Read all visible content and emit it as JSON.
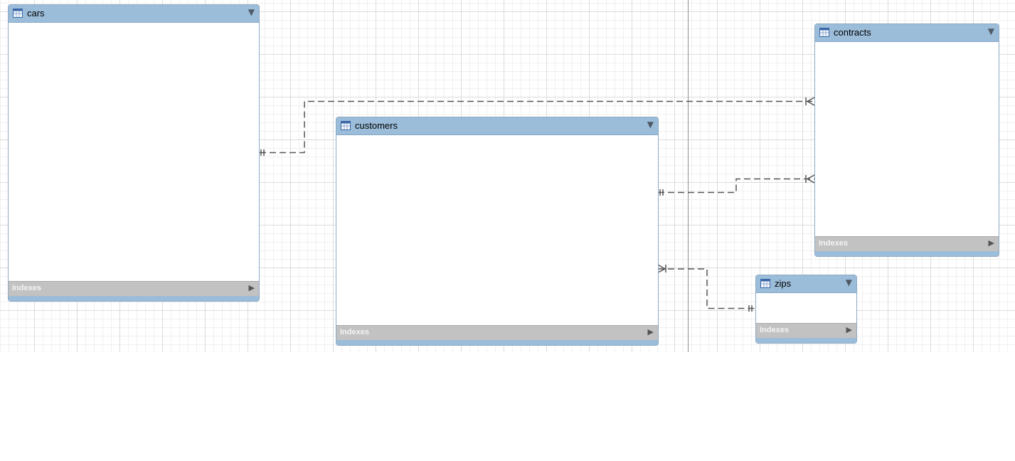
{
  "diagram": {
    "tables": [
      {
        "id": "cars",
        "name": "cars",
        "indexes_label": "Indexes",
        "header_arrow": "▼",
        "indexes_arrow": "▶"
      },
      {
        "id": "customers",
        "name": "customers",
        "indexes_label": "Indexes",
        "header_arrow": "▼",
        "indexes_arrow": "▶"
      },
      {
        "id": "contracts",
        "name": "contracts",
        "indexes_label": "Indexes",
        "header_arrow": "▼",
        "indexes_arrow": "▶"
      },
      {
        "id": "zips",
        "name": "zips",
        "indexes_label": "Indexes",
        "header_arrow": "▼",
        "indexes_arrow": "▶"
      }
    ],
    "relationships": [
      {
        "from": "cars",
        "to": "contracts",
        "from_cardinality": "one-mandatory",
        "to_cardinality": "one-or-many",
        "style": "dashed"
      },
      {
        "from": "customers",
        "to": "contracts",
        "from_cardinality": "one-mandatory",
        "to_cardinality": "one-or-many",
        "style": "dashed"
      },
      {
        "from": "zips",
        "to": "customers",
        "from_cardinality": "one-mandatory",
        "to_cardinality": "one-or-many",
        "style": "dashed"
      }
    ]
  },
  "colors": {
    "header": "#9bbdd9",
    "indexes_bar": "#c2c2c2",
    "connector": "#555555",
    "grid": "#dcdcdc"
  }
}
